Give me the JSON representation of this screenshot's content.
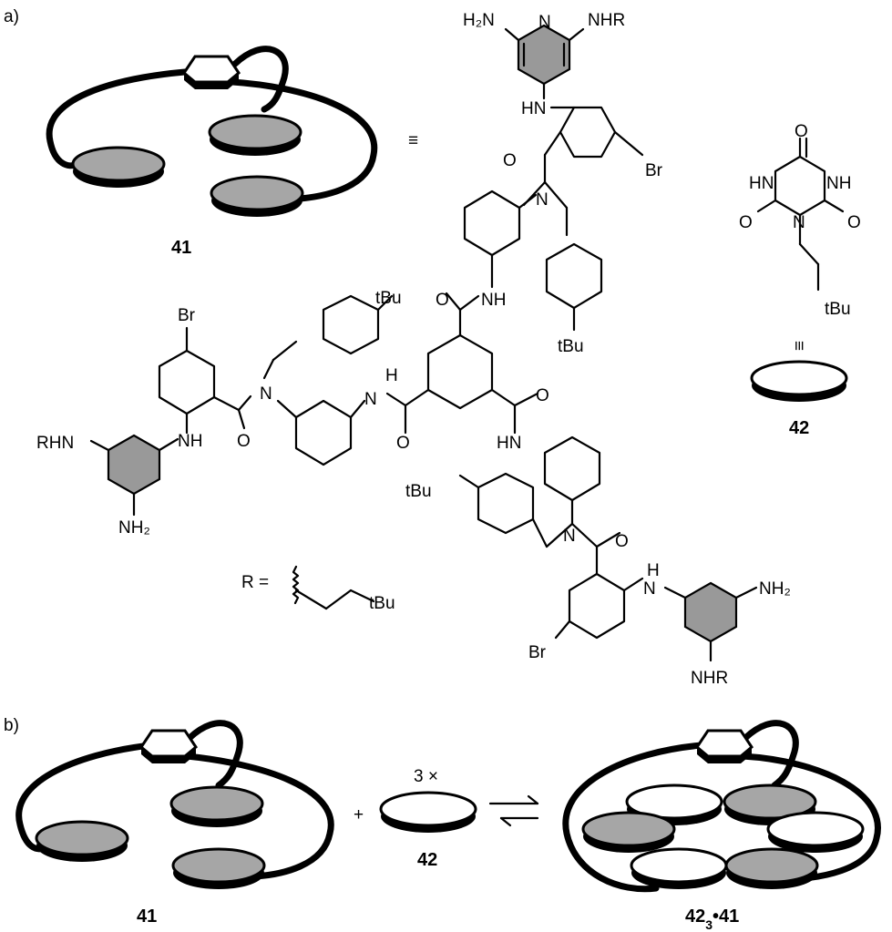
{
  "panel_a": {
    "label": "a)",
    "host_name": "41",
    "equiv_symbol": "≡",
    "equiv_rotated": "≡",
    "guest_name": "42",
    "r_label": "R =",
    "r_group": "tBu",
    "molecule_labels": {
      "h2n_top": "H₂N",
      "nhr_top": "NHR",
      "hn_top": "HN",
      "o_top": "O",
      "br_top": "Br",
      "n_top": "N",
      "o_mid": "O",
      "nh_mid": "NH",
      "tbu_top_benzyl": "tBu",
      "br_left": "Br",
      "tbu_left_benzyl": "tBu",
      "n_left": "N",
      "h_center": "H",
      "n_center": "N",
      "o_right_amide": "O",
      "rhn_left": "RHN",
      "nh_left": "NH",
      "o_left": "O",
      "o_center": "O",
      "nh2_left": "NH₂",
      "hn_right": "HN",
      "tbu_bottom_benzyl": "tBu",
      "n_bottom": "N",
      "o_bottom": "O",
      "h_bottom": "H",
      "n_bottom2": "N",
      "nh2_bottom": "NH₂",
      "br_bottom": "Br",
      "nhr_bottom": "NHR",
      "triazine_n": "N"
    },
    "cyanurate_labels": {
      "o_top": "O",
      "hn": "HN",
      "nh": "NH",
      "o_left": "O",
      "n": "N",
      "o_right": "O",
      "tbu": "tBu"
    }
  },
  "panel_b": {
    "label": "b)",
    "host_name": "41",
    "plus": "+",
    "multiplier": "3 ×",
    "guest_name": "42",
    "complex_name": "42",
    "complex_sub": "3",
    "complex_suffix": "•41"
  },
  "colors": {
    "grey_disc": "#a6a6a6",
    "triazine_fill": "#999999",
    "ink": "#000000",
    "white_disc": "#ffffff"
  }
}
